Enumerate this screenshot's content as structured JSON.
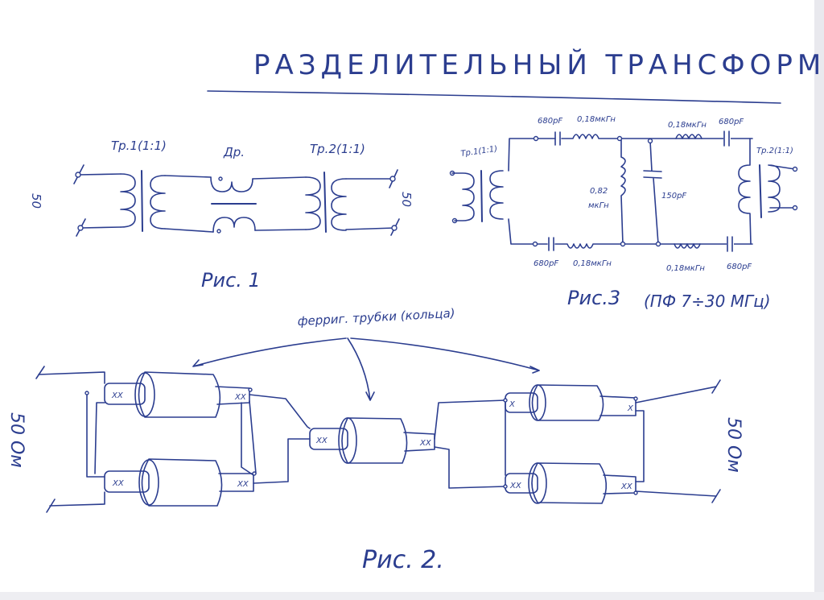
{
  "title": "РАЗДЕЛИТЕЛЬНЫЙ ТРАНСФОРМАТОР",
  "ink_color": "#2b3d8f",
  "fig1": {
    "tr1": "Тр.1(1:1)",
    "choke": "Др.",
    "tr2": "Тр.2(1:1)",
    "left_impedance": "50",
    "right_impedance": "50",
    "caption": "Рис. 1"
  },
  "fig3": {
    "tr1": "Тр.1(1:1)",
    "tr2": "Тр.2(1:1)",
    "cap_top_left": "680pF",
    "ind_top_left": "0,18мкГн",
    "ind_top_right": "0,18мкГн",
    "cap_top_right": "680pF",
    "ind_shunt": "0,82",
    "ind_shunt_unit": "мкГн",
    "cap_shunt": "150pF",
    "cap_bot_left": "680pF",
    "ind_bot_left": "0,18мкГн",
    "ind_bot_right": "0,18мкГн",
    "cap_bot_right": "680pF",
    "caption": "Рис.3",
    "caption_note": "(ПФ 7÷30 МГц)"
  },
  "fig2": {
    "ferrite_label": "ферриг. трубки (кольца)",
    "left_impedance": "50 Ом",
    "right_impedance": "50 Ом",
    "caption": "Рис. 2."
  }
}
